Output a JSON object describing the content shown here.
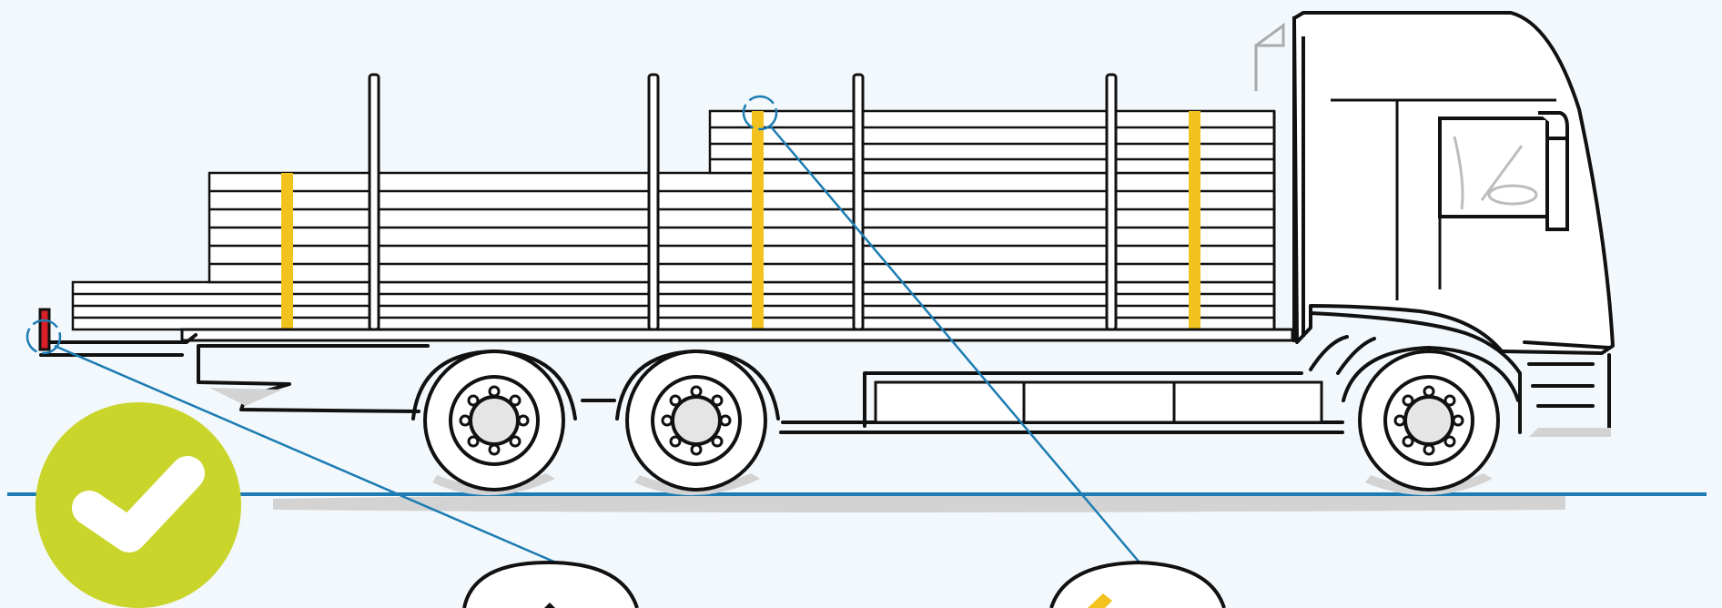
{
  "illustration": {
    "subject": "flatbed-truck-with-timber-load",
    "accent_colors": {
      "strap": "#f2c31f",
      "ground_line": "#1c7cb3",
      "callout_line": "#1c7cb3",
      "check_badge": "#c9d52b",
      "rear_marker_light": "#d61f26",
      "background": "#f3f8fc"
    },
    "status_icon": "checkmark-icon",
    "callouts": [
      {
        "target": "rear-marker-light"
      },
      {
        "target": "top-strap"
      }
    ]
  }
}
